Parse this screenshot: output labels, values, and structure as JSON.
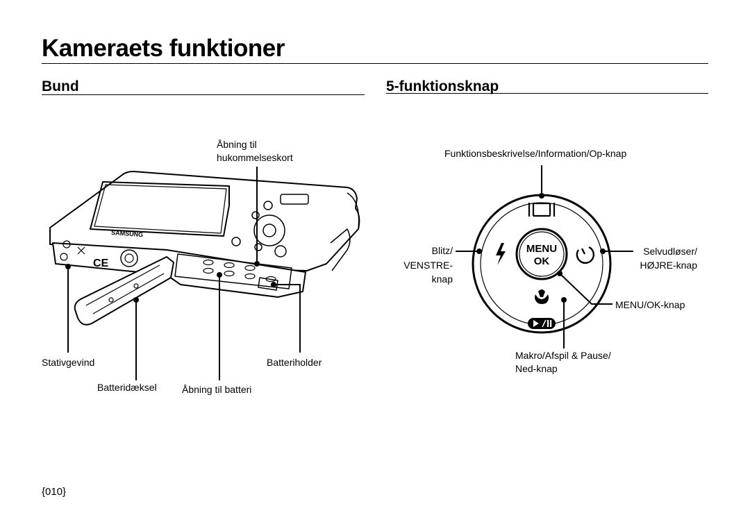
{
  "page": {
    "title": "Kameraets funktioner",
    "page_number": "{010}"
  },
  "bottom_section": {
    "heading": "Bund",
    "labels": {
      "memory_card_line1": "Åbning til",
      "memory_card_line2": "hukommelseskort",
      "tripod": "Stativgevind",
      "battery_holder": "Batteriholder",
      "battery_cover": "Batteridæksel",
      "battery_opening": "Åbning til batteri"
    },
    "camera_brand": "SAMSUNG"
  },
  "five_function_section": {
    "heading": "5-funktionsknap",
    "labels": {
      "top": "Funktionsbeskrivelse/Information/Op-knap",
      "left_line1": "Blitz/",
      "left_line2": "VENSTRE-",
      "left_line3": "knap",
      "right_line1": "Selvudløser/",
      "right_line2": "HØJRE-knap",
      "center": "MENU/OK-knap",
      "bottom_line1": "Makro/Afspil & Pause/",
      "bottom_line2": "Ned-knap"
    },
    "button_text": {
      "menu": "MENU",
      "ok": "OK"
    }
  }
}
